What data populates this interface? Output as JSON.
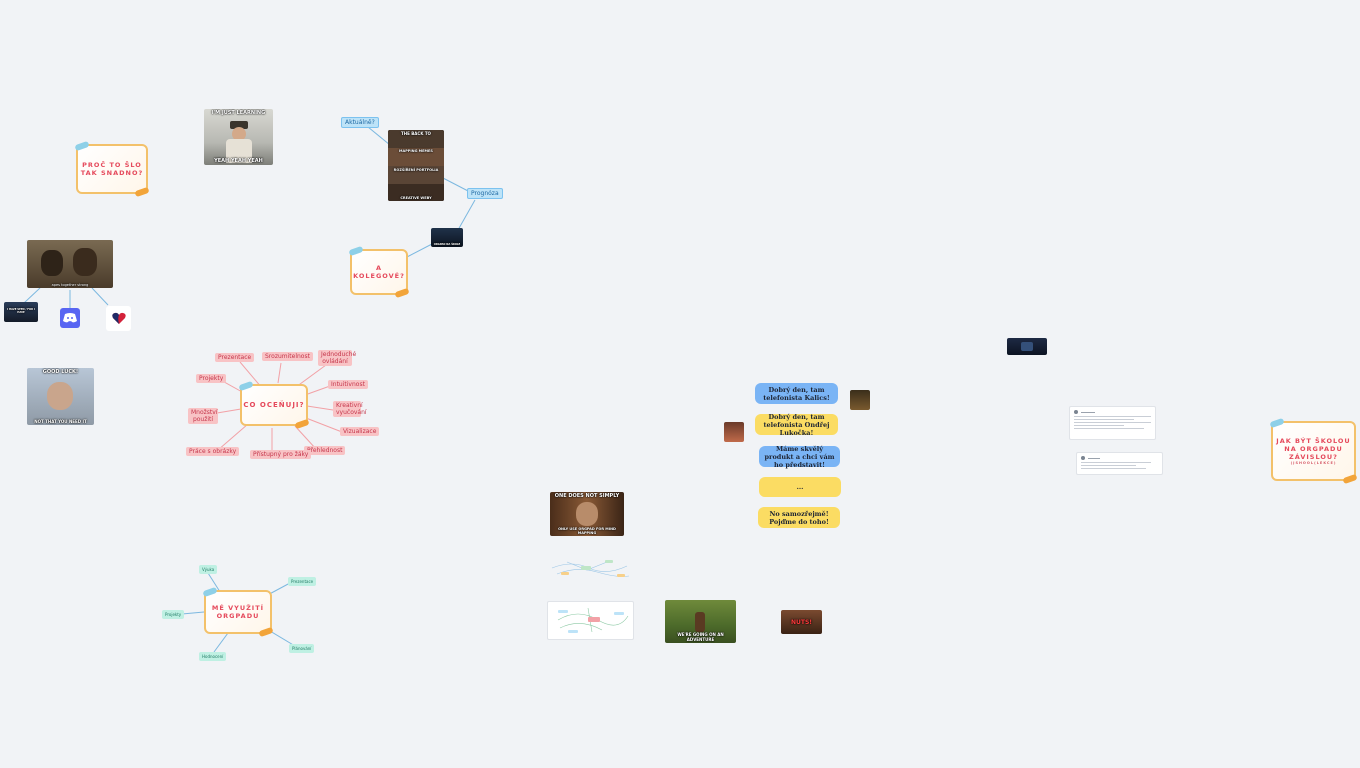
{
  "board": {
    "title_cards": {
      "proc": "PROČ TO ŠLO TAK SNADNO?",
      "kolegove": "A KOLEGOVÉ?",
      "oceni": "CO OCEŇUJI?",
      "vyuziti": "MÉ VYUŽITÍ ORGPADU",
      "jak": "JAK BÝT ŠKOLOU NA ORGPADU ZÁVISLOU?",
      "jak_sub": "(JSHOOL(LEKCE)"
    },
    "memes": {
      "pitbull_top": "I'M JUST LEARNING",
      "pitbull_bottom": "YEAH YEAH YEAH",
      "stages_top": "THE BACK TO",
      "stages_mid1": "MAPPING MEMES",
      "stages_mid2": "ROZŠÍŘENÍ PORTFOLIA",
      "stages_bottom": "CREATIVE WEBY",
      "dark_small": "ORGPAD NA ŠKOLE",
      "apes_caption": "apes together strong",
      "small_meme": "I HAVE SEEN / FOR I HAVE",
      "goodluck_top": "GOOD LUCK!",
      "goodluck_bottom": "NOT THAT YOU NEED IT",
      "boromir_top": "ONE DOES NOT SIMPLY",
      "boromir_bottom": "ONLY USE ORGPAD FOR MIND MAPPING",
      "hobbit_bottom": "WE'RE GOING ON AN ADVENTURE",
      "nuts": "NUTS!"
    },
    "nodes": {
      "aktualne": "Aktuálně?",
      "prognoza": "Prognóza",
      "prezentace": "Prezentace",
      "srozumitelnost": "Srozumitelnost",
      "jednoduche": "Jednoduché ovládání",
      "projekty": "Projekty",
      "intuitivnost": "Intuitivnost",
      "kreativni": "Kreativní vyučování",
      "mnozstvi": "Množství použití",
      "vizualizace": "Vizualizace",
      "prace": "Práce s obrázky",
      "prehlednost": "Přehlednost",
      "pristup": "Přístupný pro žáky",
      "v1": "Výuka",
      "v2": "Prezentace",
      "v3": "Projekty",
      "v4": "Hodnocení",
      "v5": "Plánování"
    },
    "chat": {
      "b1": "Dobrý den, tam telefonista Kalics!",
      "b2": "Dobrý den, tam telefonista Ondřej Lukočka!",
      "b3": "Máme skvělý produkt a chci vám ho představit!",
      "b4": "...",
      "b5": "No samozřejmě! Pojďme do toho!"
    },
    "icons": {
      "discord": "discord-icon",
      "heart": "heart-icon"
    },
    "colors": {
      "background": "#f1f3f6",
      "pink_node": "#f8c3c5",
      "mint_node": "#bff0e3",
      "blue_node": "#bde3f8",
      "bubble_blue": "#7ab4f5",
      "bubble_yellow": "#fbdc63",
      "title_red": "#e54a5c"
    }
  }
}
